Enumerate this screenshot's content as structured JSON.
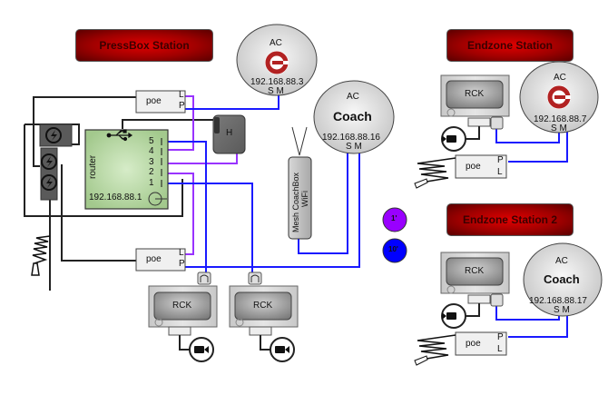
{
  "stations": {
    "pressbox": {
      "title": "PressBox Station",
      "router": {
        "label": "router",
        "ip": "192.168.88.1",
        "ports": [
          "5",
          "4",
          "3",
          "2",
          "1"
        ]
      },
      "hub_label": "H",
      "poe_top": {
        "label": "poe",
        "ports": [
          "L",
          "P"
        ]
      },
      "poe_bottom": {
        "label": "poe",
        "ports": [
          "L",
          "P"
        ]
      },
      "ac_logo": {
        "label": "AC",
        "ip": "192.168.88.3",
        "ports": "S M"
      },
      "ac_coach": {
        "label": "AC",
        "name": "Coach",
        "ip": "192.168.88.16",
        "ports": "S M"
      },
      "mesh": {
        "line1": "Mesh CoachBox",
        "line2": "WiFi"
      },
      "rck_units": [
        "RCK",
        "RCK"
      ]
    },
    "endzone": {
      "title": "Endzone Station",
      "rck": "RCK",
      "ac": {
        "label": "AC",
        "ip": "192.168.88.7",
        "ports": "S M"
      },
      "poe": {
        "label": "poe",
        "ports": [
          "P",
          "L"
        ]
      }
    },
    "endzone2": {
      "title": "Endzone Station 2",
      "rck": "RCK",
      "ac": {
        "label": "AC",
        "name": "Coach",
        "ip": "192.168.88.17",
        "ports": "S M"
      },
      "poe": {
        "label": "poe",
        "ports": [
          "P",
          "L"
        ]
      }
    }
  },
  "legend": [
    {
      "label": "1'",
      "color": "#9900ff",
      "meaning": "1 ft cable"
    },
    {
      "label": "10'",
      "color": "#0000ff",
      "meaning": "10 ft cable"
    }
  ],
  "colors": {
    "cable_short": "#9933ff",
    "cable_long": "#1a1aff",
    "power": "#222222",
    "router_fill": "#b5d6a0",
    "banner_red": "#cc0000",
    "logo_red": "#b22222"
  }
}
